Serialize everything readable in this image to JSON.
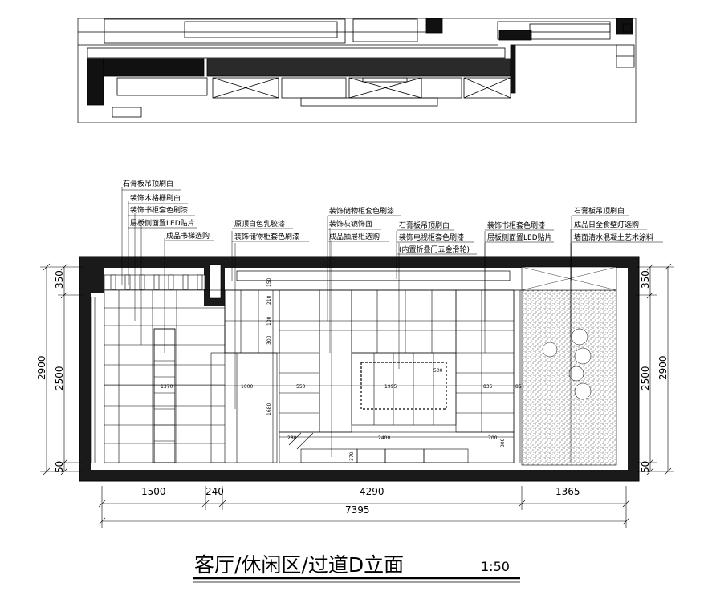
{
  "title": {
    "main": "客厅/休闲区/过道D立面",
    "scale": "1:50"
  },
  "annotations": {
    "group_left": [
      "石膏板吊顶刷白",
      "装饰木格栅刷白",
      "装饰书柜套色刷漆",
      "层板侧面置LED贴片",
      "成品书梯选购"
    ],
    "group_mid_left": [
      "原顶白色乳胶漆",
      "装饰储物柜套色刷漆"
    ],
    "group_center": [
      "装饰储物柜套色刷漆",
      "装饰灰镜饰面",
      "成品抽屉柜选购"
    ],
    "group_tv": [
      "石膏板吊顶刷白",
      "装饰电视柜套色刷漆",
      "(内置折叠门五金滑轮)"
    ],
    "group_right_cab": [
      "装饰书柜套色刷漆",
      "层板侧面置LED贴片"
    ],
    "group_right": [
      "石膏板吊顶刷白",
      "成品日全食壁灯选购",
      "墙面清水混凝土艺术涂料"
    ]
  },
  "dimensions": {
    "bottom_segments": [
      "1500",
      "240",
      "4290",
      "1365"
    ],
    "bottom_total": "7395",
    "left_parts": [
      "350",
      "2500",
      "50"
    ],
    "left_total": "2900",
    "right_parts": [
      "350",
      "2500",
      "50"
    ],
    "right_total": "2900",
    "inner": {
      "d1370": "1370",
      "d1000": "1000",
      "d550": "550",
      "d1995": "1995",
      "d835": "835",
      "d85": "85",
      "d280": "280",
      "d2400": "2400",
      "d700": "700",
      "d1680": "1680",
      "d300": "300",
      "d100": "100",
      "d210": "210",
      "d370": "370",
      "d500": "500",
      "d150": "150",
      "d300b": "300"
    }
  }
}
